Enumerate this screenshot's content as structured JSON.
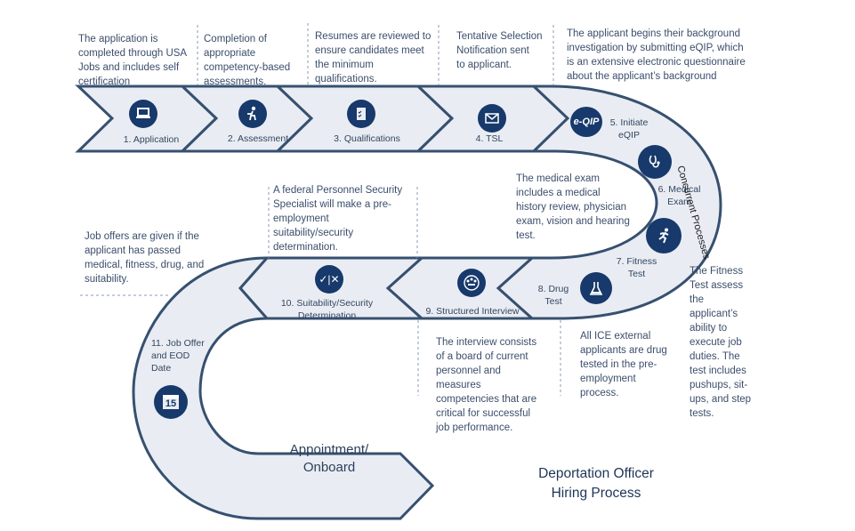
{
  "title": "Deportation Officer\nHiring Process",
  "side_label": "Concurrent Processes",
  "final_step": "Appointment/\nOnboard",
  "colors": {
    "band_fill": "#e9edf3",
    "band_stroke": "#375070",
    "icon_bg": "#17396b",
    "text": "#3b4e6b"
  },
  "steps": [
    {
      "label": "1.  Application",
      "icon": "laptop-icon",
      "description": "The application is\ncompleted through USA\nJobs and includes self\ncertification"
    },
    {
      "label": "2.  Assessment",
      "icon": "person-at-desk-icon",
      "description": "Completion of\nappropriate\ncompetency-based\nassessments."
    },
    {
      "label": "3. Qualifications",
      "icon": "clipboard-checklist-icon",
      "description": "Resumes are reviewed to\nensure candidates meet\nthe minimum\nqualifications."
    },
    {
      "label": "4.  TSL",
      "icon": "envelope-icon",
      "description": "Tentative Selection\nNotification sent\nto applicant."
    },
    {
      "label": "5. Initiate\neQIP",
      "icon": "eqip-icon",
      "icon_text": "e-QIP",
      "description": "The applicant begins their background\ninvestigation by submitting eQIP, which\nis an extensive electronic  questionnaire\nabout the applicant’s background"
    },
    {
      "label": "6. Medical\nExam",
      "icon": "stethoscope-icon",
      "description": "The medical exam\nincludes a medical\nhistory review, physician\nexam, vision and hearing\ntest."
    },
    {
      "label": "7. Fitness\nTest",
      "icon": "runner-icon",
      "description": "The Fitness\nTest assess\nthe\napplicant’s\nability to\nexecute job\nduties.  The\ntest includes\npushups, sit-\nups, and step\ntests."
    },
    {
      "label": "8. Drug\nTest",
      "icon": "flask-icon",
      "description": "All ICE external\napplicants are drug\ntested in the pre-\nemployment\nprocess."
    },
    {
      "label": "9.  Structured Interview",
      "icon": "interview-panel-icon",
      "description": "The interview consists\nof a board of current\npersonnel and\nmeasures\ncompetencies that are\ncritical for successful\njob performance."
    },
    {
      "label": "10.  Suitability/Security\nDetermination",
      "icon": "check-x-icon",
      "icon_text": "✓|✕",
      "description": "A federal Personnel Security\nSpecialist will make a pre-\nemployment\nsuitability/security\ndetermination."
    },
    {
      "label": "11. Job Offer\nand EOD\nDate",
      "icon": "calendar-icon",
      "icon_text": "15",
      "description": "Job offers are given if the\napplicant has  passed\nmedical, fitness, drug, and\nsuitability."
    }
  ]
}
